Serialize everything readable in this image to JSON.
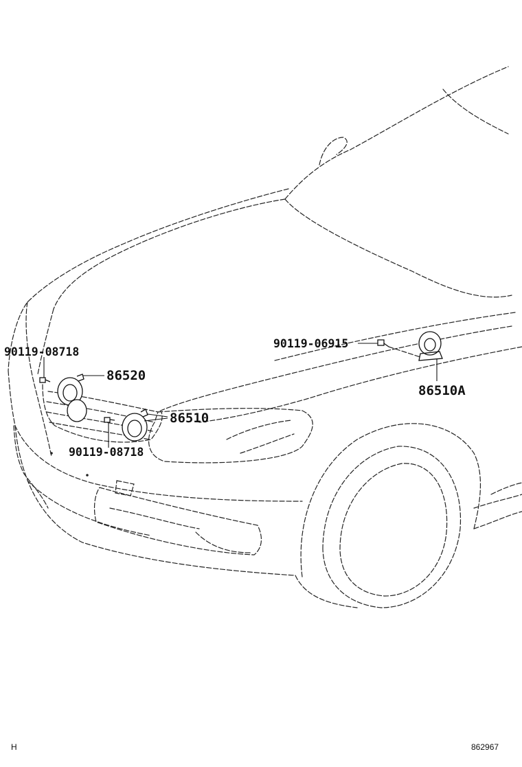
{
  "callouts": [
    {
      "id": "bolt-left",
      "text": "90119-08718"
    },
    {
      "id": "horn-high-left",
      "text": "86520"
    },
    {
      "id": "horn-low-left",
      "text": "86510"
    },
    {
      "id": "bolt-center",
      "text": "90119-08718"
    },
    {
      "id": "bolt-right",
      "text": "90119-06915"
    },
    {
      "id": "horn-right",
      "text": "86510A"
    }
  ],
  "footer": {
    "left_mark": "H",
    "diagram_number": "862967"
  }
}
